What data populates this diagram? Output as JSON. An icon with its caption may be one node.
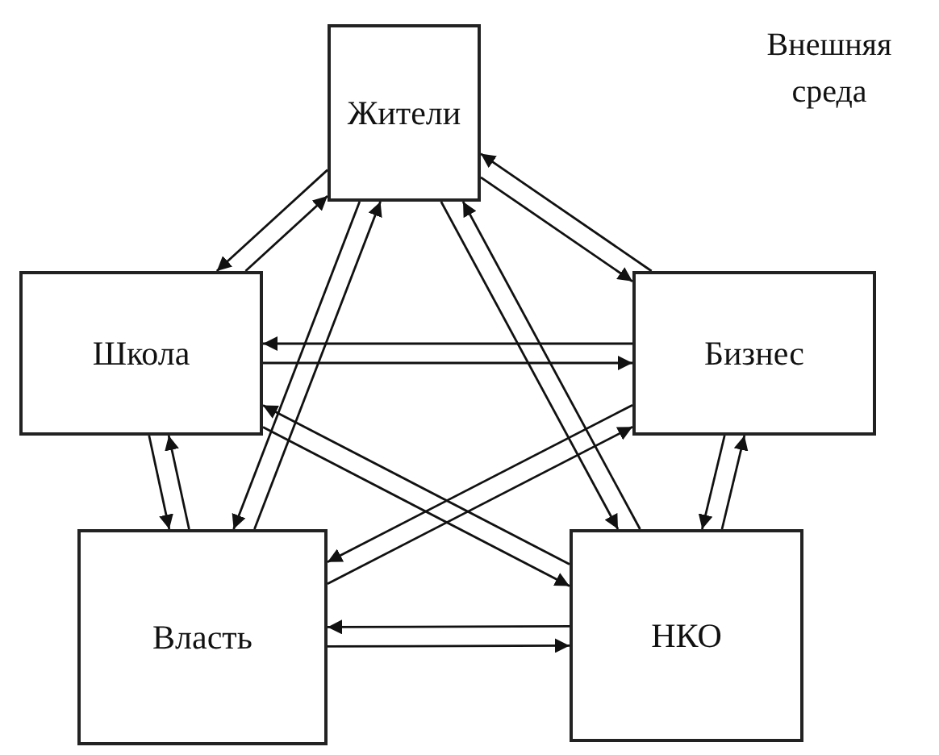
{
  "diagram": {
    "nodes": [
      {
        "text": [
          "Жители"
        ]
      },
      {
        "text": [
          "Школа"
        ]
      },
      {
        "text": [
          "Бизнес"
        ]
      },
      {
        "text": [
          "Власть"
        ]
      },
      {
        "text": [
          "НКО"
        ]
      }
    ],
    "edges": [
      {
        "from": 0,
        "to": 1,
        "arrow": "to"
      },
      {
        "from": 1,
        "to": 0,
        "arrow": "to"
      },
      {
        "from": 0,
        "to": 2,
        "arrow": "to"
      },
      {
        "from": 2,
        "to": 0,
        "arrow": "to"
      },
      {
        "from": 0,
        "to": 3,
        "arrow": "to"
      },
      {
        "from": 3,
        "to": 0,
        "arrow": "to"
      },
      {
        "from": 0,
        "to": 4,
        "arrow": "to"
      },
      {
        "from": 4,
        "to": 0,
        "arrow": "to"
      },
      {
        "from": 1,
        "to": 2,
        "arrow": "to"
      },
      {
        "from": 2,
        "to": 1,
        "arrow": "to"
      },
      {
        "from": 1,
        "to": 3,
        "arrow": "to"
      },
      {
        "from": 3,
        "to": 1,
        "arrow": "to"
      },
      {
        "from": 1,
        "to": 4,
        "arrow": "to"
      },
      {
        "from": 4,
        "to": 1,
        "arrow": "to"
      },
      {
        "from": 2,
        "to": 3,
        "arrow": "to"
      },
      {
        "from": 3,
        "to": 2,
        "arrow": "to"
      },
      {
        "from": 2,
        "to": 4,
        "arrow": "to"
      },
      {
        "from": 4,
        "to": 2,
        "arrow": "to"
      },
      {
        "from": 3,
        "to": 4,
        "arrow": "to"
      },
      {
        "from": 4,
        "to": 3,
        "arrow": "to"
      }
    ],
    "labels": [
      "Внешняя среда"
    ]
  }
}
